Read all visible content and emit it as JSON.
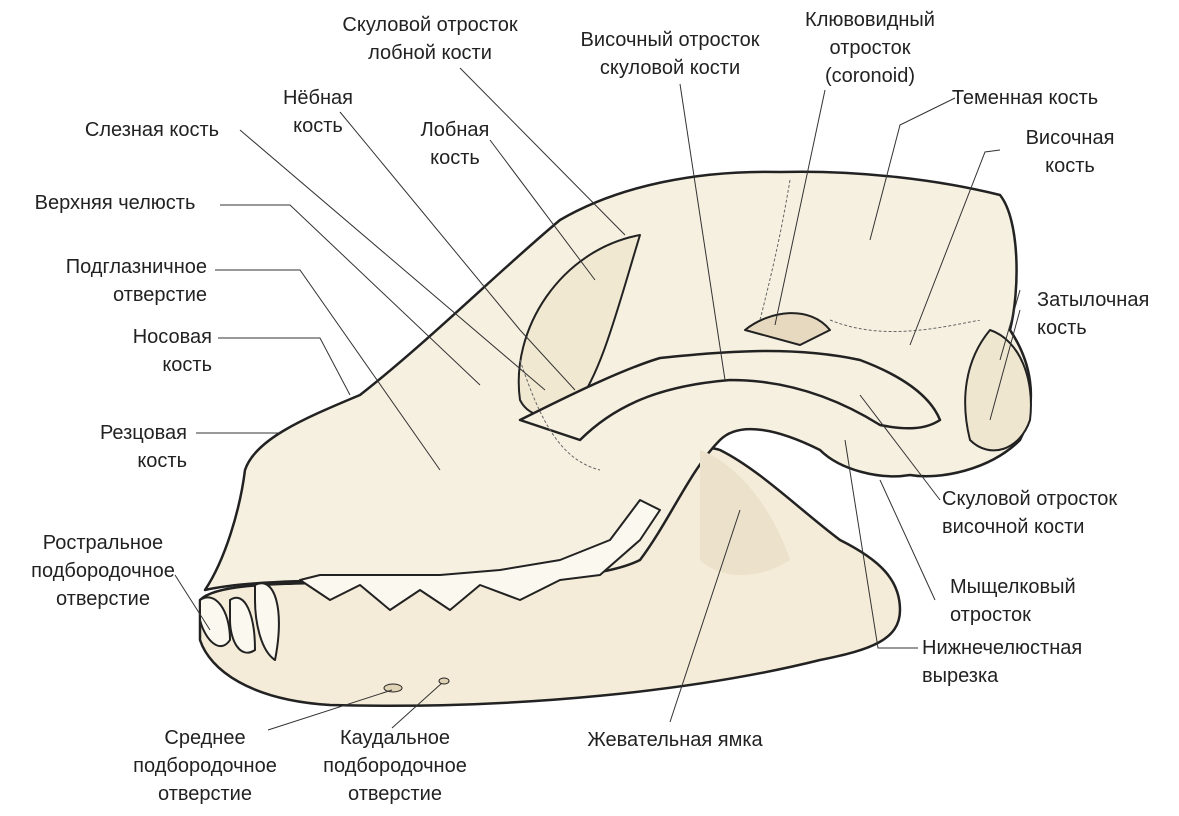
{
  "title": "Череп собаки (латеральный вид)",
  "colors": {
    "bone": "#f6f0e0",
    "bone_shade": "#e6d9bf",
    "outline": "#222222",
    "leader": "#333333"
  },
  "labels": {
    "zygomatic_process_frontal": [
      "Скуловой отросток",
      "лобной кости"
    ],
    "temporal_process_zygomatic": [
      "Височный отросток",
      "скуловой кости"
    ],
    "coronoid_process": [
      "Клювовидный",
      "отросток",
      "(coronoid)"
    ],
    "parietal_bone": [
      "Теменная кость"
    ],
    "temporal_bone": [
      "Височная",
      "кость"
    ],
    "palatine_bone": [
      "Нёбная",
      "кость"
    ],
    "frontal_bone": [
      "Лобная",
      "кость"
    ],
    "lacrimal_bone": [
      "Слезная кость"
    ],
    "maxilla": [
      "Верхняя челюсть"
    ],
    "infraorbital_foramen": [
      "Подглазничное",
      "отверстие"
    ],
    "nasal_bone": [
      "Носовая",
      "кость"
    ],
    "incisive_bone": [
      "Резцовая",
      "кость"
    ],
    "occipital_bone": [
      "Затылочная",
      "кость"
    ],
    "zygomatic_process_temporal": [
      "Скуловой отросток",
      "височной кости"
    ],
    "rostral_mental_foramen": [
      "Ростральное",
      "подбородочное",
      "отверстие"
    ],
    "condylar_process": [
      "Мыщелковый",
      "отросток"
    ],
    "mandibular_notch": [
      "Нижнечелюстная",
      "вырезка"
    ],
    "masseteric_fossa": [
      "Жевательная ямка"
    ],
    "middle_mental_foramen": [
      "Среднее",
      "подбородочное",
      "отверстие"
    ],
    "caudal_mental_foramen": [
      "Каудальное",
      "подбородочное",
      "отверстие"
    ]
  }
}
